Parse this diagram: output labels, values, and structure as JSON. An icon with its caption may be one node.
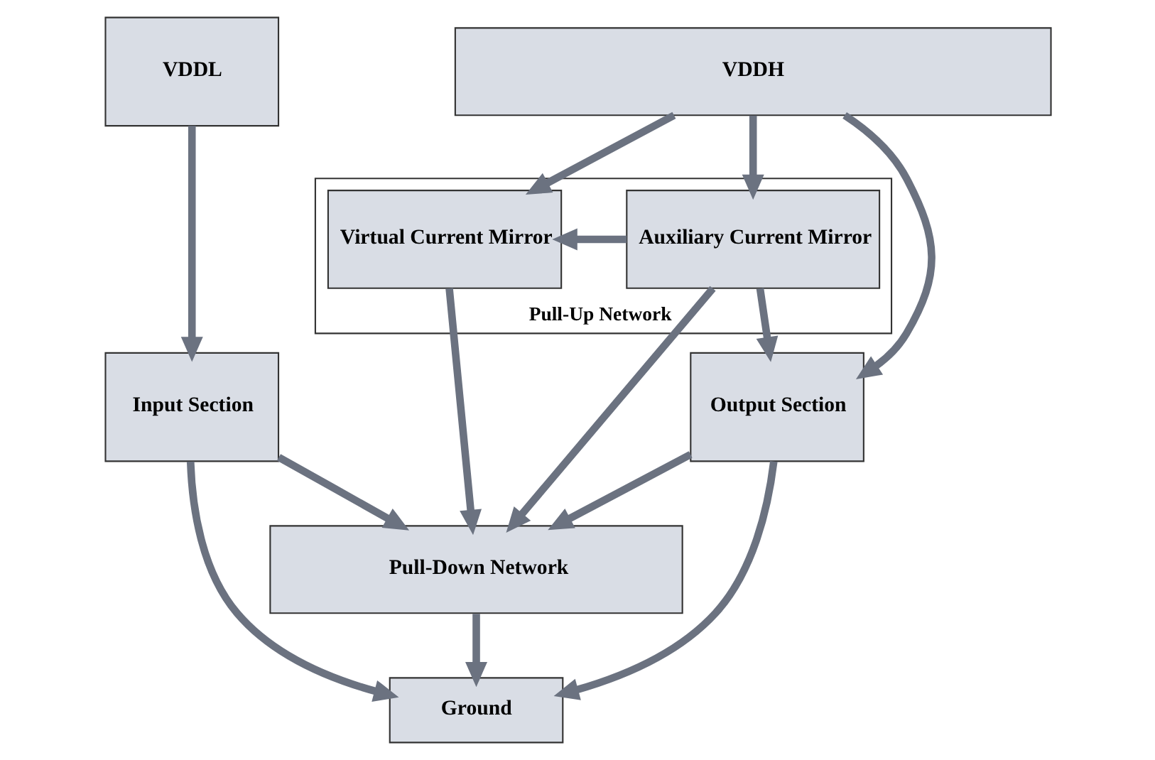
{
  "diagram": {
    "nodes": [
      {
        "text": [
          "VDDL"
        ]
      },
      {
        "text": [
          "VDDH"
        ]
      },
      {
        "text": [
          "Pull-Up Network"
        ]
      },
      {
        "text": [
          "Virtual Current Mirror"
        ],
        "in": 2
      },
      {
        "text": [
          "Auxiliary Current Mirror"
        ],
        "in": 2
      },
      {
        "text": [
          "Input Section"
        ]
      },
      {
        "text": [
          "Output Section"
        ]
      },
      {
        "text": [
          "Pull-Down Network"
        ]
      },
      {
        "text": [
          "Ground"
        ]
      }
    ],
    "edges": [
      {
        "from": 0,
        "to": 5,
        "arrow": "to"
      },
      {
        "from": 1,
        "to": 3,
        "arrow": "to"
      },
      {
        "from": 1,
        "to": 4,
        "arrow": "to"
      },
      {
        "from": 1,
        "to": 6,
        "arrow": "to"
      },
      {
        "from": 4,
        "to": 3,
        "arrow": "to"
      },
      {
        "from": 3,
        "to": 7,
        "arrow": "to"
      },
      {
        "from": 5,
        "to": 7,
        "arrow": "to"
      },
      {
        "from": 4,
        "to": 6,
        "arrow": "to"
      },
      {
        "from": 4,
        "to": 7,
        "arrow": "to"
      },
      {
        "from": 6,
        "to": 7,
        "arrow": "to"
      },
      {
        "from": 7,
        "to": 8,
        "arrow": "to"
      },
      {
        "from": 5,
        "to": 8,
        "arrow": "to"
      },
      {
        "from": 6,
        "to": 8,
        "arrow": "to"
      }
    ]
  }
}
